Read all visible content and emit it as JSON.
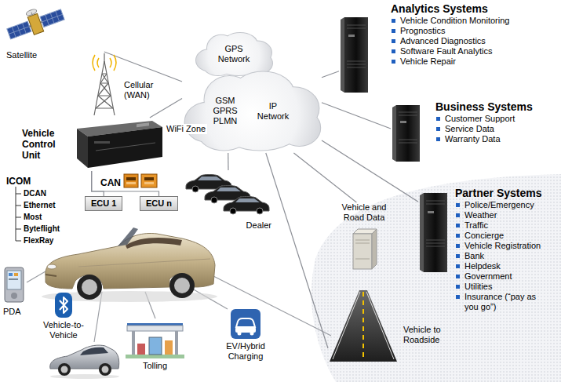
{
  "diagram": {
    "nodes": [
      {
        "text": [
          "Satellite"
        ]
      },
      {
        "text": [
          "GPS Network"
        ]
      },
      {
        "text": [
          "Cellular (WAN)"
        ]
      },
      {
        "text": [
          "GSM GPRS PLMN",
          "IP Network"
        ]
      },
      {
        "text": [
          "Vehicle Control Unit"
        ]
      },
      {
        "text": [
          "ECU 1"
        ]
      },
      {
        "text": [
          "ECU n"
        ]
      },
      {
        "text": [
          "Analytics Systems",
          "Vehicle Condition Monitoring",
          "Prognostics",
          "Advanced Diagnostics",
          "Software Fault Analytics",
          "Vehicle Repair"
        ]
      },
      {
        "text": [
          "Business Systems",
          "Customer Support",
          "Service Data",
          "Warranty Data"
        ]
      },
      {
        "text": [
          "Partner Systems",
          "Police/Emergency",
          "Weather",
          "Traffic",
          "Concierge",
          "Vehicle Registration",
          "Bank",
          "Helpdesk",
          "Government",
          "Utilities",
          "Insurance (“pay as you go”)"
        ]
      },
      {
        "text": [
          "Dealer"
        ]
      },
      {
        "text": [
          "Vehicle and Road Data"
        ]
      },
      {
        "text": [
          "Vehicle to Roadside"
        ]
      },
      {
        "text": [
          "PDA"
        ]
      },
      {
        "text": [
          "Vehicle-to-Vehicle"
        ]
      },
      {
        "text": [
          "Tolling"
        ]
      },
      {
        "text": [
          "EV/Hybrid Charging"
        ]
      }
    ],
    "edges": [
      {
        "from": 4,
        "to": 3,
        "arrow": "none",
        "label": "WiFi Zone"
      },
      {
        "from": 2,
        "to": 3,
        "arrow": "none"
      },
      {
        "from": 3,
        "to": 7,
        "arrow": "none"
      },
      {
        "from": 3,
        "to": 8,
        "arrow": "none"
      },
      {
        "from": 3,
        "to": 9,
        "arrow": "none"
      },
      {
        "from": 3,
        "to": 10,
        "arrow": "none"
      },
      {
        "from": 3,
        "to": 11,
        "arrow": "none"
      },
      {
        "from": 3,
        "to": 12,
        "arrow": "none"
      },
      {
        "from": 4,
        "to": 5,
        "arrow": "none"
      },
      {
        "from": 4,
        "to": 6,
        "arrow": "none"
      }
    ],
    "labels": [
      "CAN",
      "ICOM",
      "DCAN",
      "Ethernet",
      "Most",
      "Byteflight",
      "FlexRay"
    ]
  }
}
